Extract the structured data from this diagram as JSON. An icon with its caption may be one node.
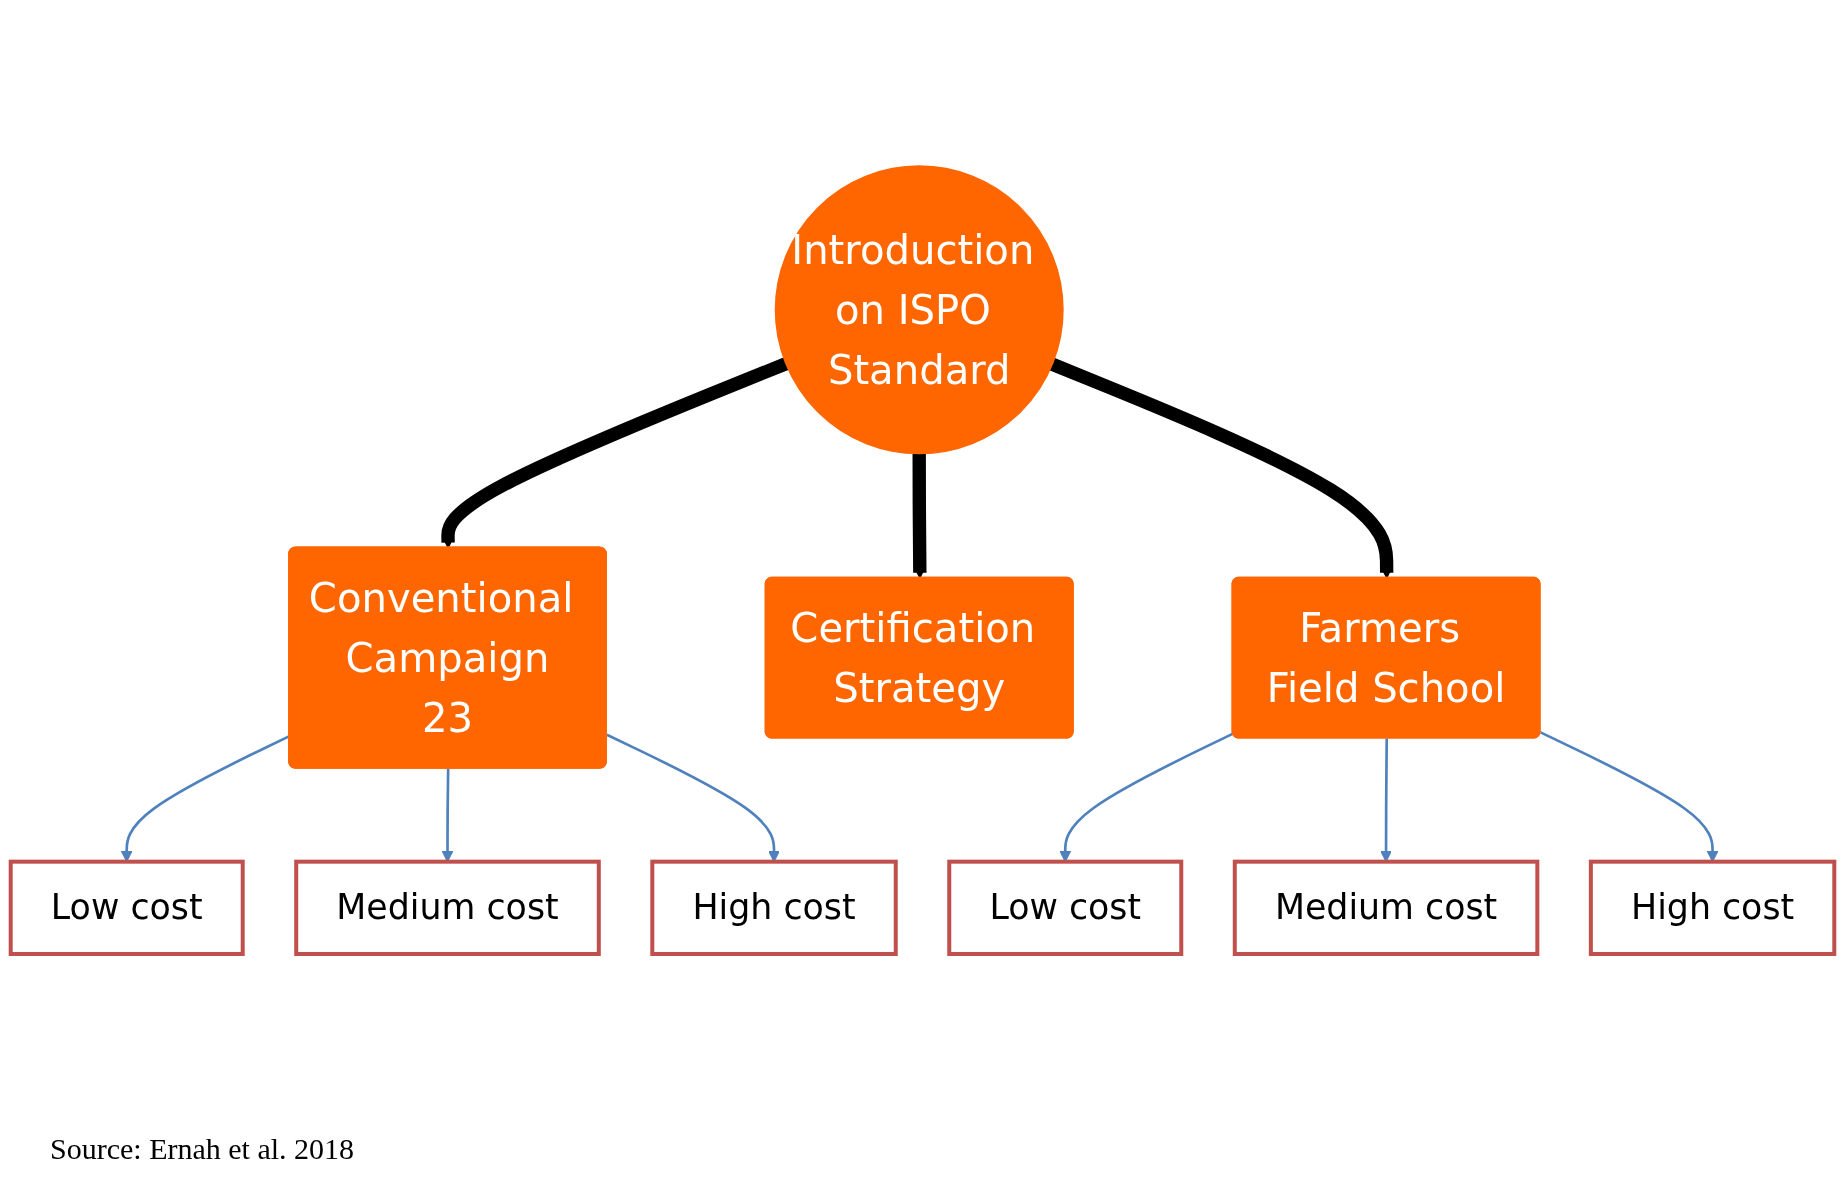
{
  "diagram": {
    "caption": "Source: Ernah et al. 2018",
    "nodes": [
      {
        "text": [
          "Introduction on ISPO Standard"
        ]
      },
      {
        "text": [
          "Conventional Campaign",
          "23"
        ]
      },
      {
        "text": [
          "Certification Strategy"
        ]
      },
      {
        "text": [
          "Farmers Field School"
        ]
      },
      {
        "text": [
          "Low cost"
        ]
      },
      {
        "text": [
          "Medium cost"
        ]
      },
      {
        "text": [
          "High cost"
        ]
      },
      {
        "text": [
          "Low cost"
        ]
      },
      {
        "text": [
          "Medium cost"
        ]
      },
      {
        "text": [
          "High cost"
        ]
      }
    ],
    "edges": [
      {
        "from": 0,
        "to": 1,
        "arrow": "to",
        "style": "thick",
        "color": "#000000"
      },
      {
        "from": 0,
        "to": 3,
        "arrow": "to",
        "style": "thick",
        "color": "#000000"
      },
      {
        "from": 0,
        "to": 2,
        "arrow": "to",
        "style": "thick",
        "color": "#000000"
      },
      {
        "from": 1,
        "to": 4,
        "arrow": "to"
      },
      {
        "from": 1,
        "to": 5,
        "arrow": "to"
      },
      {
        "from": 1,
        "to": 6,
        "arrow": "to"
      },
      {
        "from": 3,
        "to": 7,
        "arrow": "to"
      },
      {
        "from": 3,
        "to": 8,
        "arrow": "to"
      },
      {
        "from": 3,
        "to": 9,
        "arrow": "to"
      }
    ]
  }
}
